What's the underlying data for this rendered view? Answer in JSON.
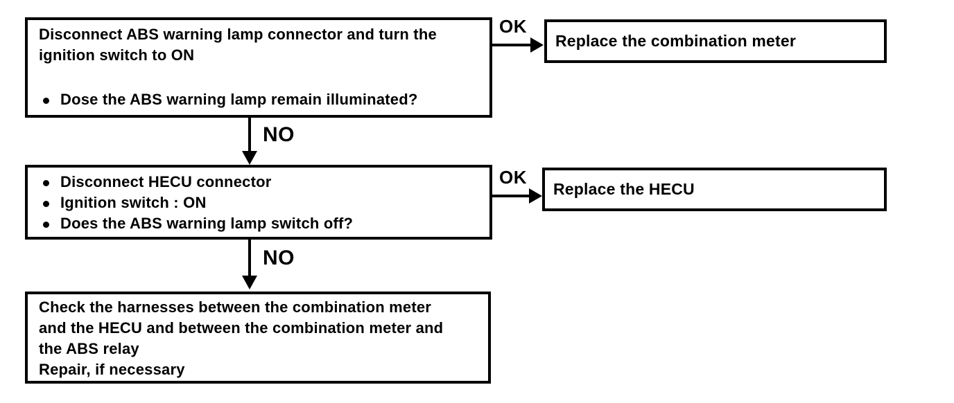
{
  "diagram": {
    "step1": {
      "lines": [
        "Disconnect ABS warning lamp connector and turn the",
        "ignition switch to ON"
      ],
      "bullets": [
        "Dose the ABS warning lamp remain illuminated?"
      ]
    },
    "result1": {
      "text": "Replace the combination meter"
    },
    "step2": {
      "bullets": [
        "Disconnect HECU connector",
        "Ignition switch : ON",
        "Does the ABS warning lamp switch off?"
      ]
    },
    "result2": {
      "text": "Replace the HECU"
    },
    "step3": {
      "lines": [
        "Check the harnesses between the combination meter",
        "and the HECU and between the combination meter and",
        "the ABS relay",
        "Repair, if necessary"
      ]
    },
    "labels": {
      "ok1": "OK",
      "no1": "NO",
      "ok2": "OK",
      "no2": "NO"
    }
  }
}
